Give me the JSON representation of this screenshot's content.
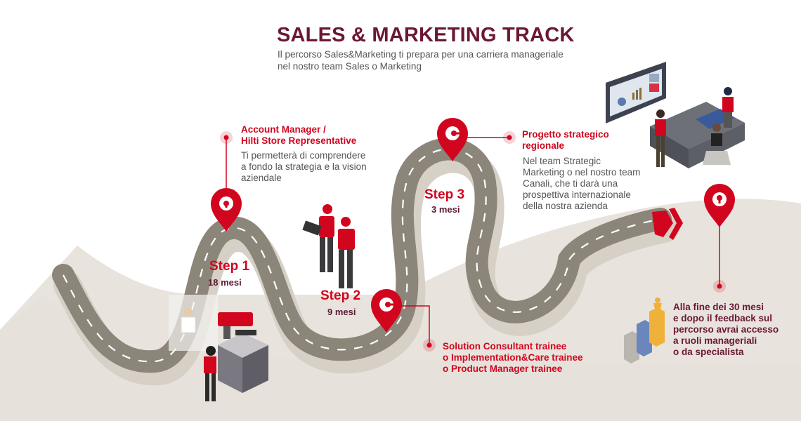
{
  "header": {
    "title": "SALES & MARKETING TRACK",
    "subtitle_line1": "Il percorso Sales&Marketing ti prepara per una carriera manageriale",
    "subtitle_line2": "nel nostro team Sales o Marketing"
  },
  "colors": {
    "brand_red": "#d2051e",
    "title_maroon": "#6b1736",
    "road_gray": "#8c857a",
    "ground_beige": "#e8e3dc",
    "text_gray": "#555555"
  },
  "steps": [
    {
      "label": "Step 1",
      "duration": "18 mesi"
    },
    {
      "label": "Step 2",
      "duration": "9 mesi"
    },
    {
      "label": "Step 3",
      "duration": "3 mesi"
    }
  ],
  "roles": {
    "account_manager": {
      "title_line1": "Account Manager /",
      "title_line2": "Hilti Store Representative",
      "desc_line1": "Ti permetterà di comprendere",
      "desc_line2": "a fondo la strategia e la vision",
      "desc_line3": "aziendale"
    },
    "solution_consultant": {
      "title_line1": "Solution Consultant trainee",
      "title_line2": "o Implementation&Care trainee",
      "title_line3": "o Product Manager trainee"
    },
    "progetto_strategico": {
      "title_line1": "Progetto strategico",
      "title_line2": "regionale",
      "desc_line1": "Nel team Strategic",
      "desc_line2": "Marketing o nel nostro team",
      "desc_line3": "Canali, che ti darà una",
      "desc_line4": "prospettiva internazionale",
      "desc_line5": "della nostra azienda"
    }
  },
  "final": {
    "line1": "Alla fine dei 30 mesi",
    "line2": "e dopo il feedback sul",
    "line3": "percorso avrai accesso",
    "line4": "a ruoli manageriali",
    "line5": "o da specialista"
  }
}
